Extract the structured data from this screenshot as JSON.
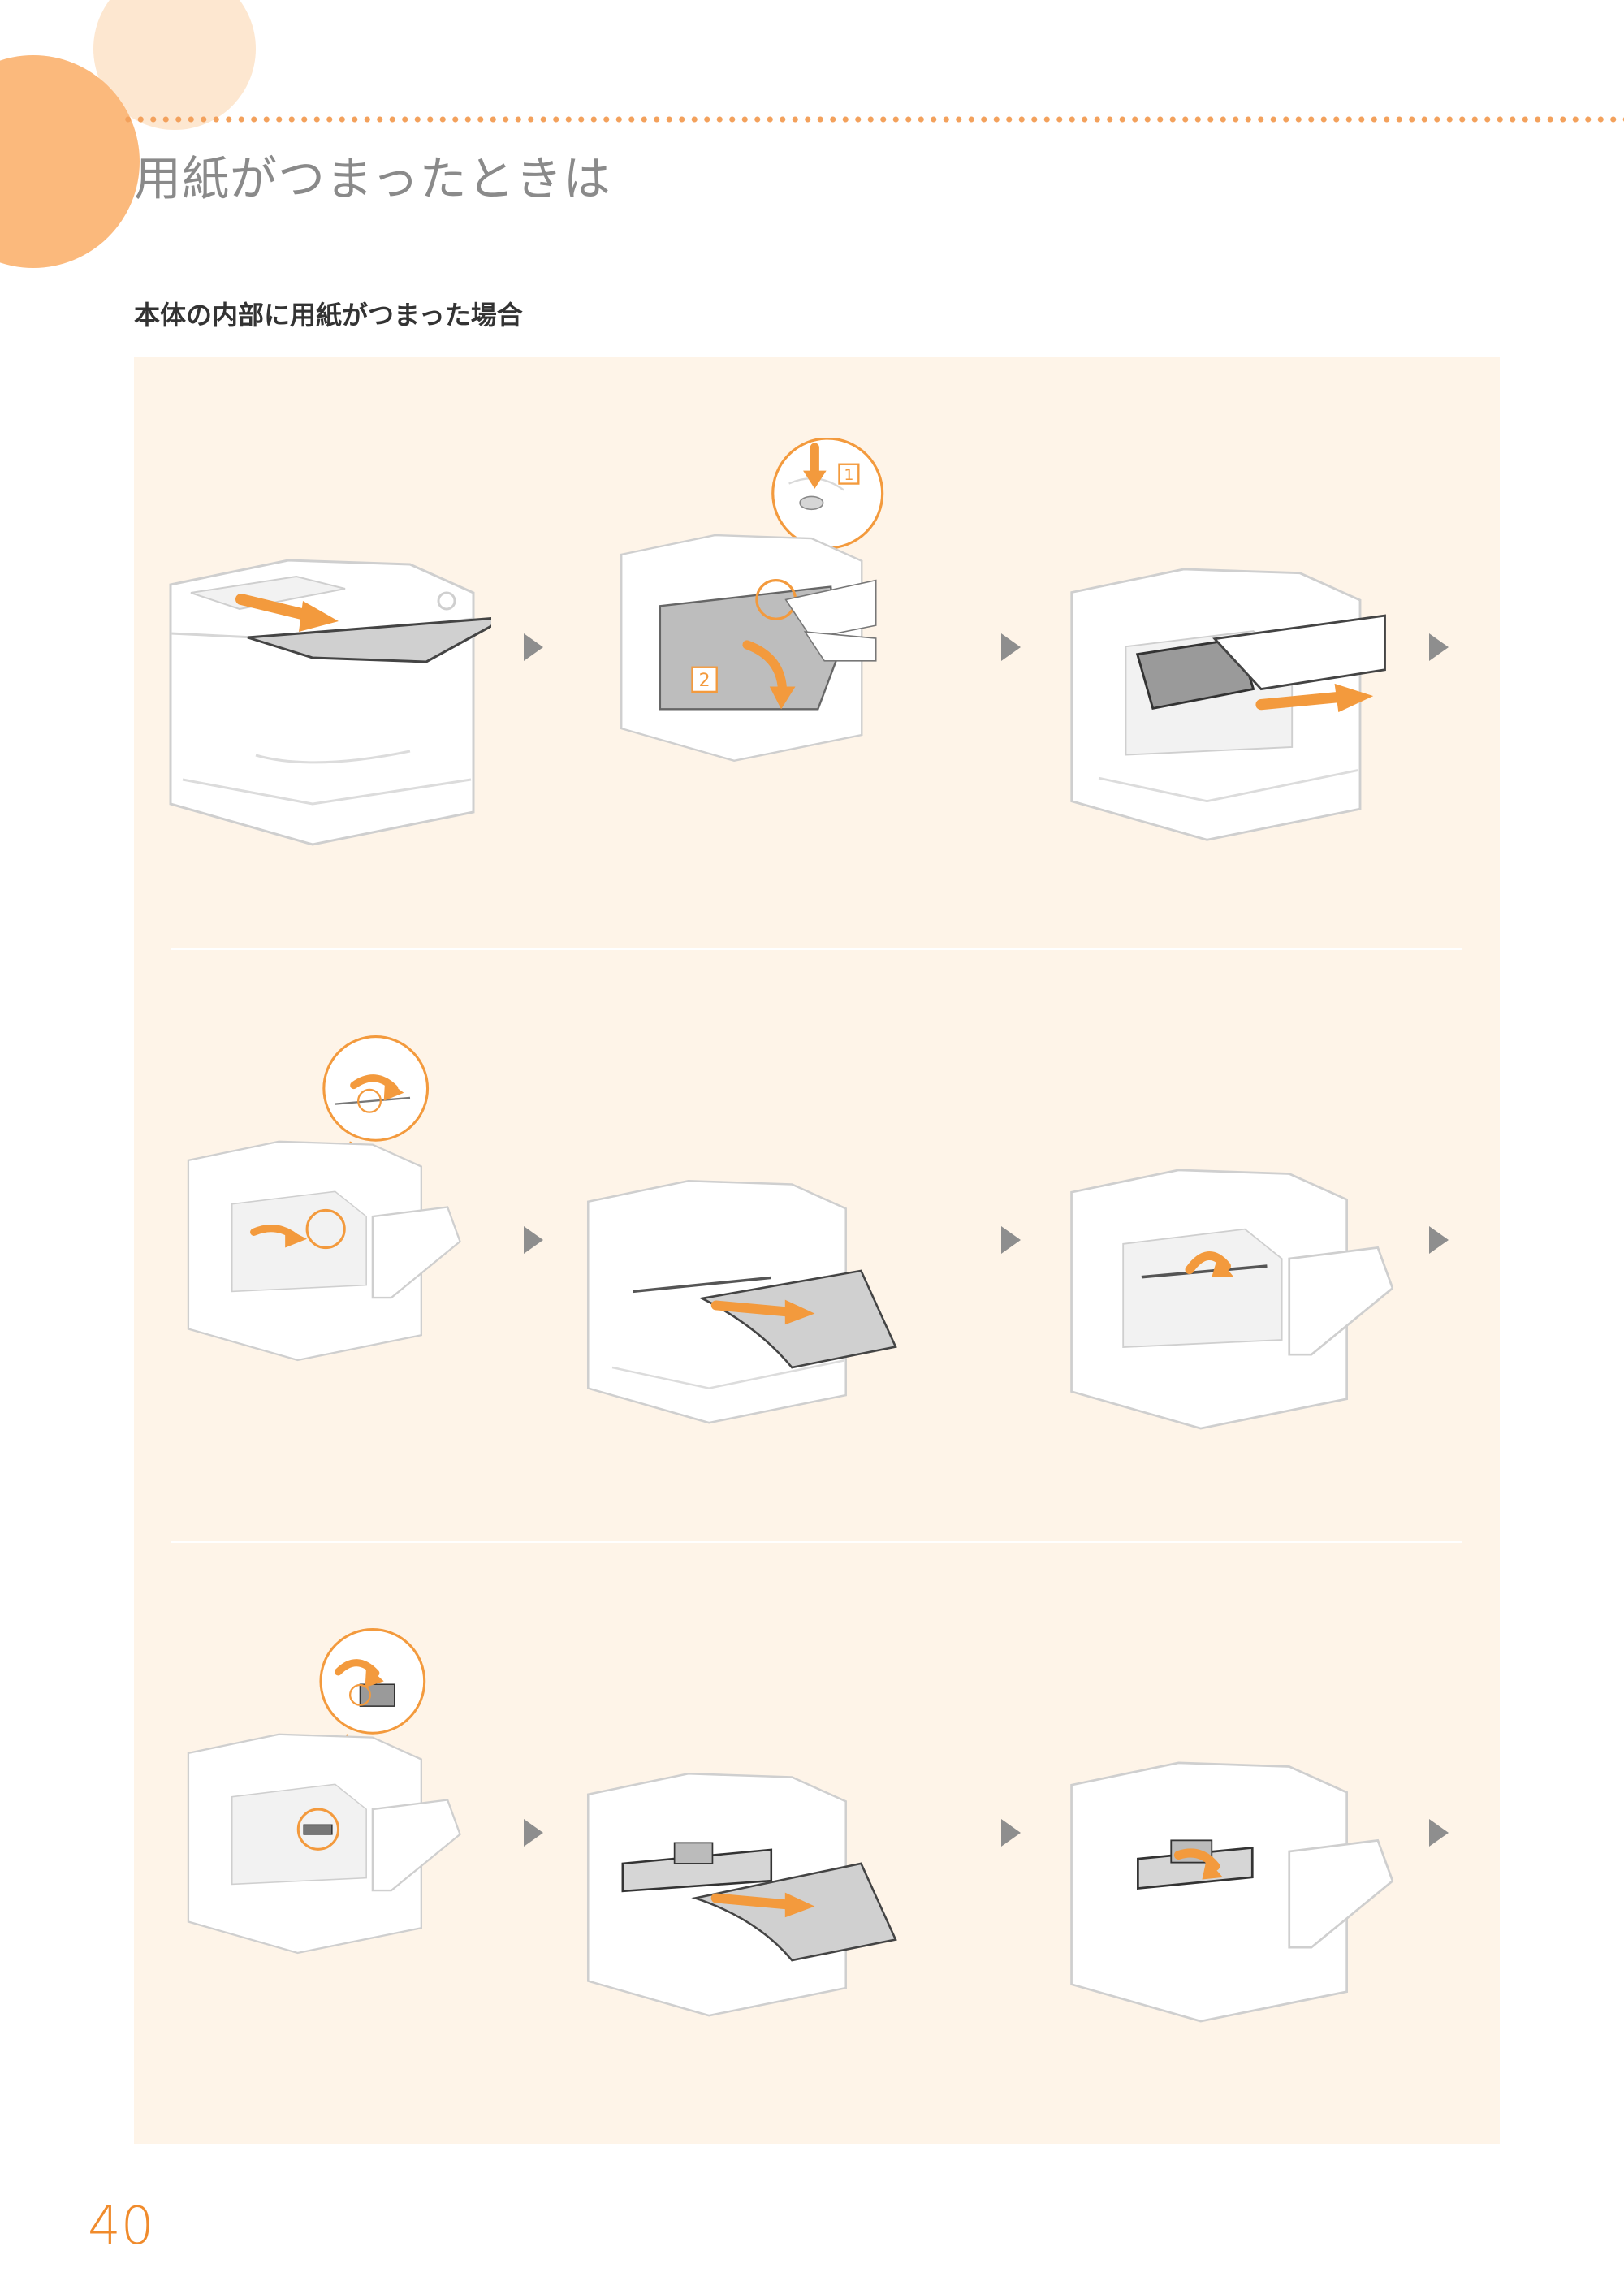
{
  "header": {
    "title": "用紙がつまったときは"
  },
  "section": {
    "heading": "本体の内部に用紙がつまった場合"
  },
  "steps": {
    "callout_1": "1",
    "callout_2": "2"
  },
  "colors": {
    "accent_orange": "#f39a3d",
    "panel_background": "#fef4e8",
    "paper_gray": "#d0d0d0",
    "arrow_gray": "#8e8e8e"
  },
  "footer": {
    "page_number": "40"
  }
}
